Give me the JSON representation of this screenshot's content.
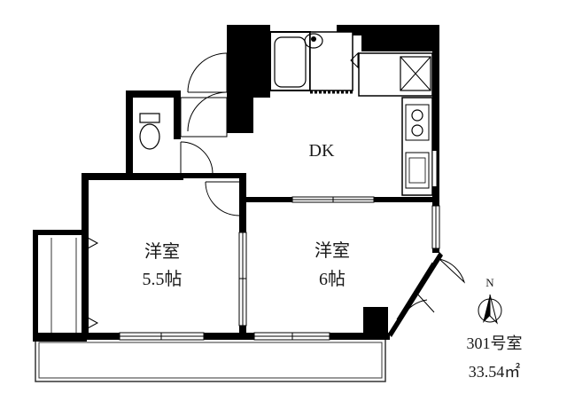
{
  "rooms": {
    "dk": {
      "name": "DK"
    },
    "western_room_a": {
      "name": "洋室",
      "size": "5.5帖"
    },
    "western_room_b": {
      "name": "洋室",
      "size": "6帖"
    }
  },
  "unit": {
    "number": "301号室",
    "area": "33.54㎡"
  },
  "compass": {
    "label": "N",
    "icon": "compass-north-icon"
  },
  "colors": {
    "wall": "#000000",
    "line": "#333333",
    "background": "#ffffff"
  }
}
